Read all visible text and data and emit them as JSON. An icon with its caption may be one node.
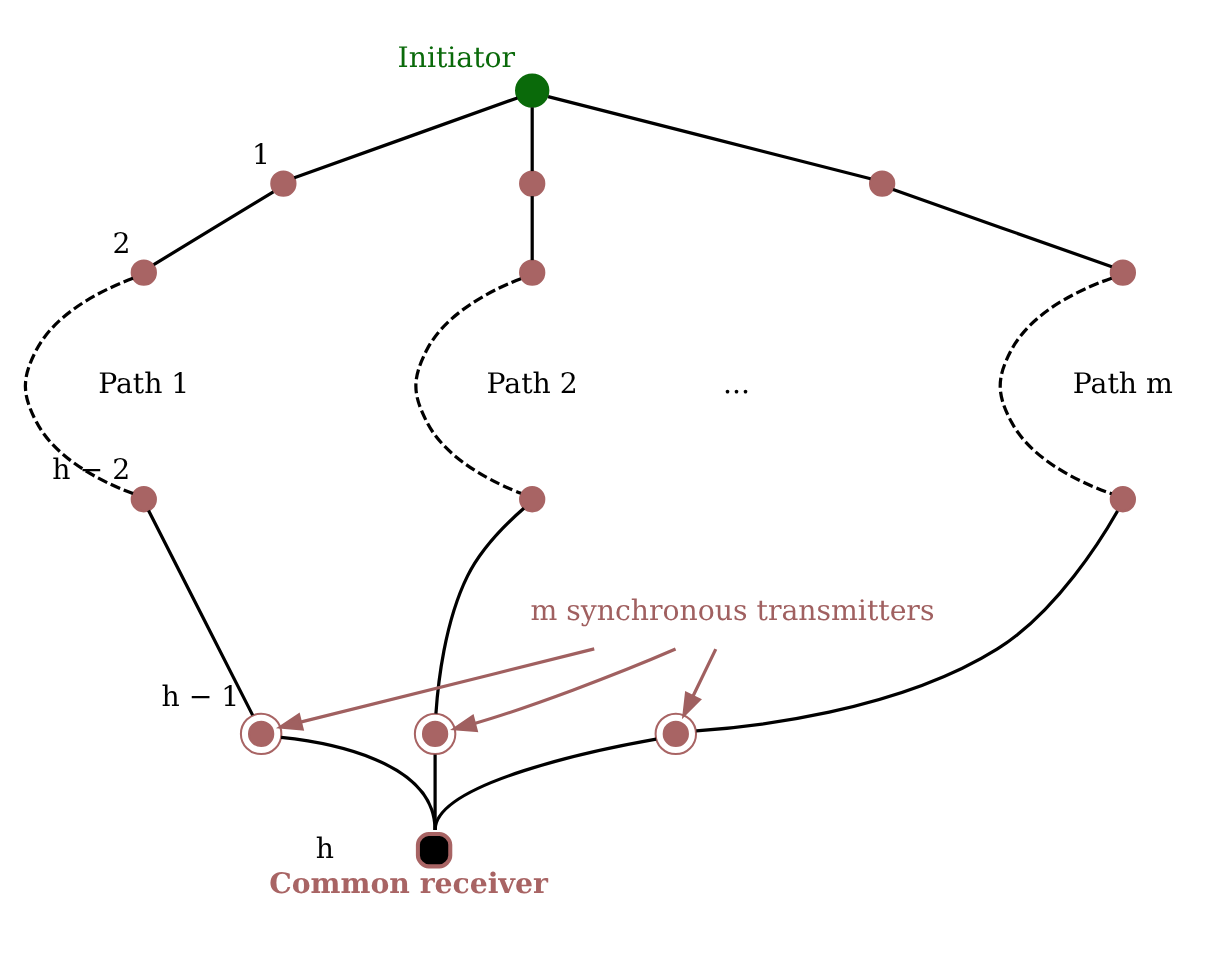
{
  "diagram": {
    "nodes": [
      {
        "text": [
          "Initiator"
        ]
      },
      {
        "text": [],
        "shape": "circle",
        "beside": [
          "1"
        ]
      },
      {
        "text": [],
        "shape": "circle",
        "beside": [
          "2"
        ]
      },
      {
        "text": [],
        "shape": "circle"
      },
      {
        "text": [],
        "shape": "circle"
      },
      {
        "text": [],
        "shape": "circle"
      },
      {
        "text": [],
        "shape": "circle"
      },
      {
        "text": [],
        "shape": "circle",
        "beside": [
          "h − 2"
        ]
      },
      {
        "text": [],
        "shape": "circle"
      },
      {
        "text": [],
        "shape": "circle"
      },
      {
        "text": [],
        "shape": "circle",
        "beside": [
          "h − 1"
        ]
      },
      {
        "text": [],
        "shape": "circle"
      },
      {
        "text": [],
        "shape": "circle"
      },
      {
        "text": [
          "Common receiver"
        ],
        "beside": [
          "h"
        ]
      },
      {
        "text": [
          "m synchronous transmitters"
        ]
      }
    ],
    "edges": [
      {
        "from": 0,
        "to": 1,
        "arrow": "none"
      },
      {
        "from": 1,
        "to": 2,
        "arrow": "none"
      },
      {
        "from": 0,
        "to": 3,
        "arrow": "none"
      },
      {
        "from": 3,
        "to": 4,
        "arrow": "none"
      },
      {
        "from": 0,
        "to": 5,
        "arrow": "none"
      },
      {
        "from": 5,
        "to": 6,
        "arrow": "none"
      },
      {
        "from": 2,
        "to": 7,
        "arrow": "none",
        "style": "dashed"
      },
      {
        "from": 4,
        "to": 8,
        "arrow": "none",
        "style": "dashed"
      },
      {
        "from": 6,
        "to": 9,
        "arrow": "none",
        "style": "dashed"
      },
      {
        "from": 7,
        "to": 10,
        "arrow": "none"
      },
      {
        "from": 8,
        "to": 11,
        "arrow": "none"
      },
      {
        "from": 9,
        "to": 12,
        "arrow": "none"
      },
      {
        "from": 10,
        "to": 13,
        "arrow": "none"
      },
      {
        "from": 11,
        "to": 13,
        "arrow": "none"
      },
      {
        "from": 12,
        "to": 13,
        "arrow": "none"
      },
      {
        "from": 14,
        "to": 10,
        "arrow": "to",
        "color": "#a06060"
      },
      {
        "from": 14,
        "to": 11,
        "arrow": "to",
        "color": "#a06060"
      },
      {
        "from": 14,
        "to": 12,
        "arrow": "to",
        "color": "#a06060"
      }
    ],
    "labels": [
      "Path 1",
      "Path 2",
      "...",
      "Path m"
    ]
  }
}
